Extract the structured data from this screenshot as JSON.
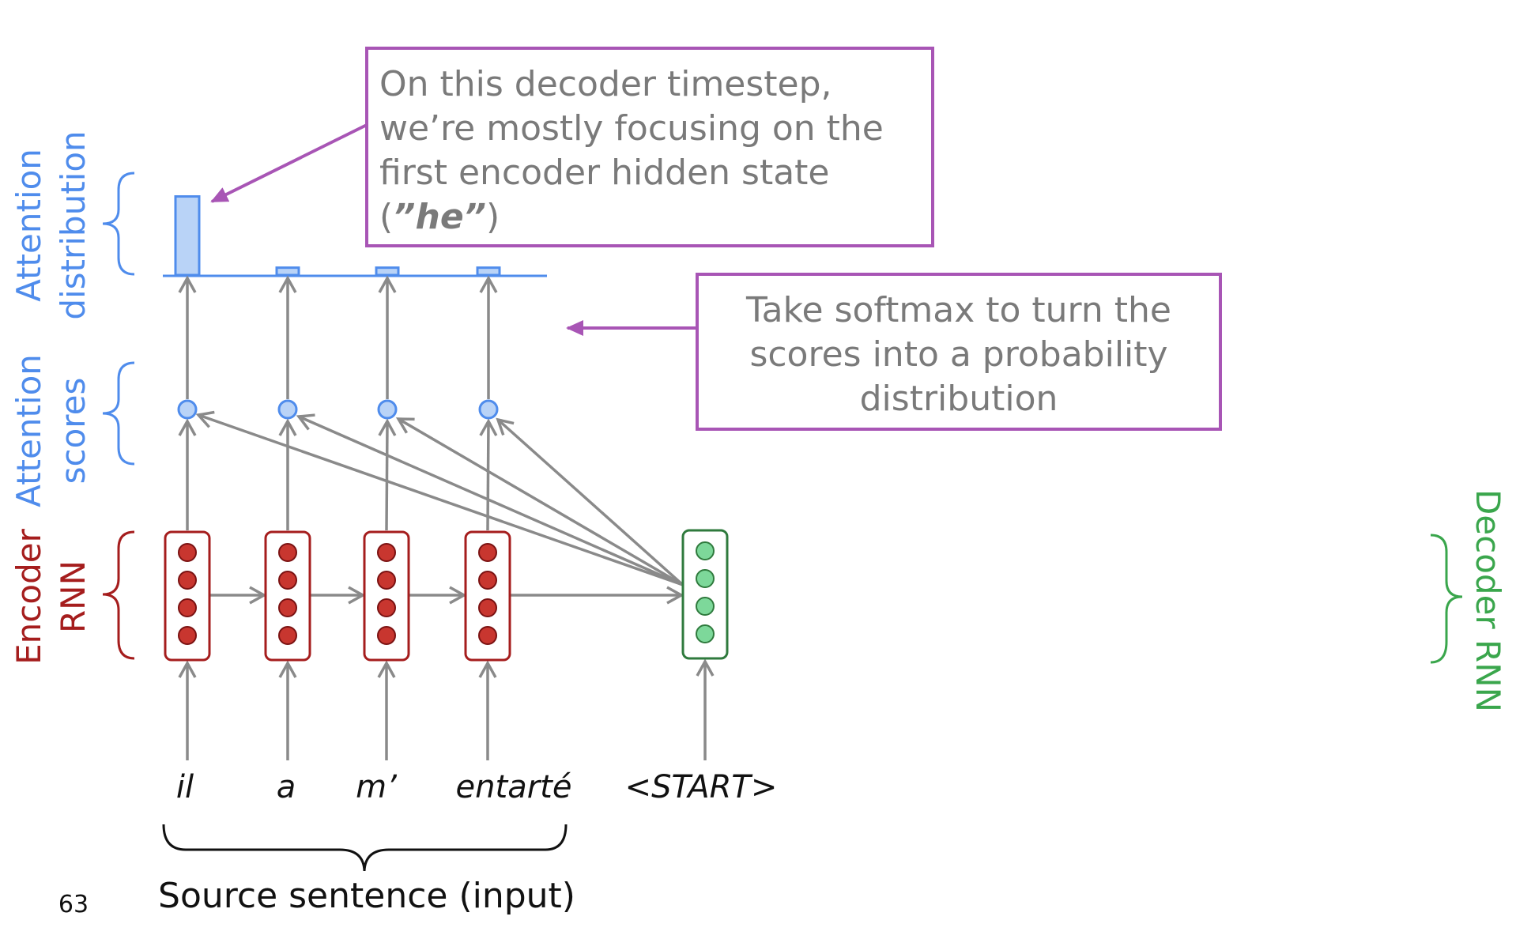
{
  "labels": {
    "attention_distribution": [
      "Attention",
      "distribution"
    ],
    "attention_scores": [
      "Attention",
      "scores"
    ],
    "encoder_rnn": [
      "Encoder",
      "RNN"
    ],
    "decoder_rnn": "Decoder RNN"
  },
  "callouts": {
    "focus": {
      "lines": [
        "On this decoder timestep,",
        "we’re mostly focusing on the",
        "first encoder hidden state"
      ],
      "last_open": "(",
      "last_emph": "”he”",
      "last_close": ")"
    },
    "softmax": {
      "lines": [
        "Take softmax to turn the",
        "scores into a probability",
        "distribution"
      ]
    }
  },
  "source_words": [
    "il",
    "a",
    "m’",
    "entarté"
  ],
  "decoder_input": "<START>",
  "source_caption": "Source sentence (input)",
  "page_number": "63",
  "attention_distribution_values": [
    0.85,
    0.08,
    0.08,
    0.08
  ],
  "colors": {
    "blue": "#4f8cec",
    "blue_fill": "#b9d3f7",
    "red": "#a51d1d",
    "red_fill": "#c8362f",
    "green": "#2f7a3d",
    "green_fill": "#7dd89a",
    "gray": "#8a8a8a",
    "purple": "#a855b5"
  }
}
